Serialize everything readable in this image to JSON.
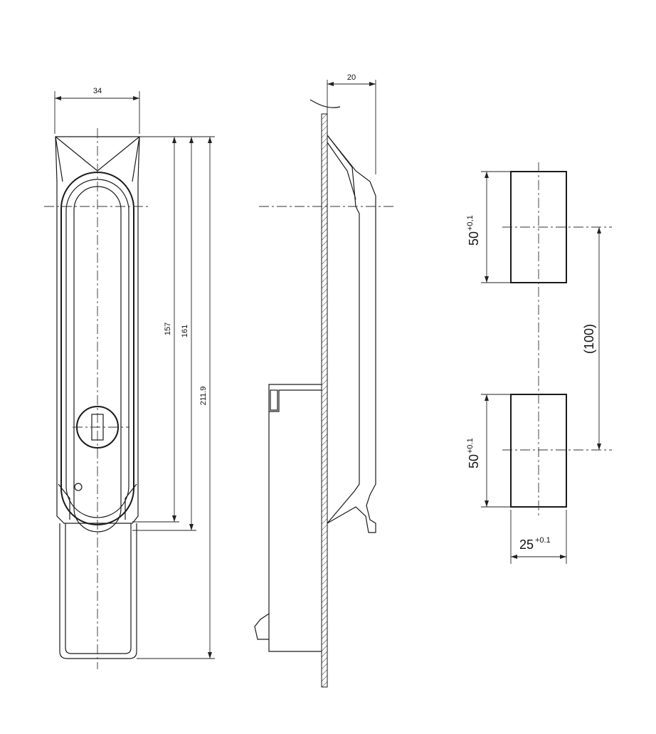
{
  "front_view": {
    "width_dim": "34",
    "height_dims": [
      "157",
      "161",
      "211.9"
    ]
  },
  "side_view": {
    "depth_dim": "20"
  },
  "cutout_view": {
    "top_height_dim": "50",
    "top_height_tol": "+0,1",
    "bottom_height_dim": "50",
    "bottom_height_tol": "+0.1",
    "spacing_dim": "(100)",
    "width_dim": "25",
    "width_tol": "+0.1"
  }
}
